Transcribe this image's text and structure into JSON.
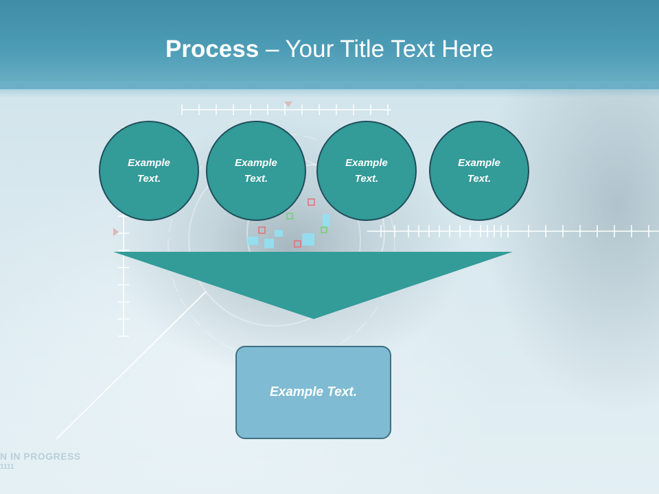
{
  "slide": {
    "title_bold": "Process",
    "title_rest": " – Your Title Text Here"
  },
  "circles": [
    {
      "line1": "Example",
      "line2": "Text."
    },
    {
      "line1": "Example",
      "line2": "Text."
    },
    {
      "line1": "Example",
      "line2": "Text."
    },
    {
      "line1": "Example",
      "line2": "Text."
    }
  ],
  "result_box": {
    "label": "Example Text."
  },
  "watermark": {
    "line1": "N IN PROGRESS",
    "line2": "1111"
  },
  "colors": {
    "header": "#4d9cb6",
    "circle_fill": "#339b98",
    "circle_border": "#1f4e5a",
    "arrow_fill": "#339b98",
    "box_fill": "#7fbbd2",
    "box_border": "#3f6f82"
  }
}
